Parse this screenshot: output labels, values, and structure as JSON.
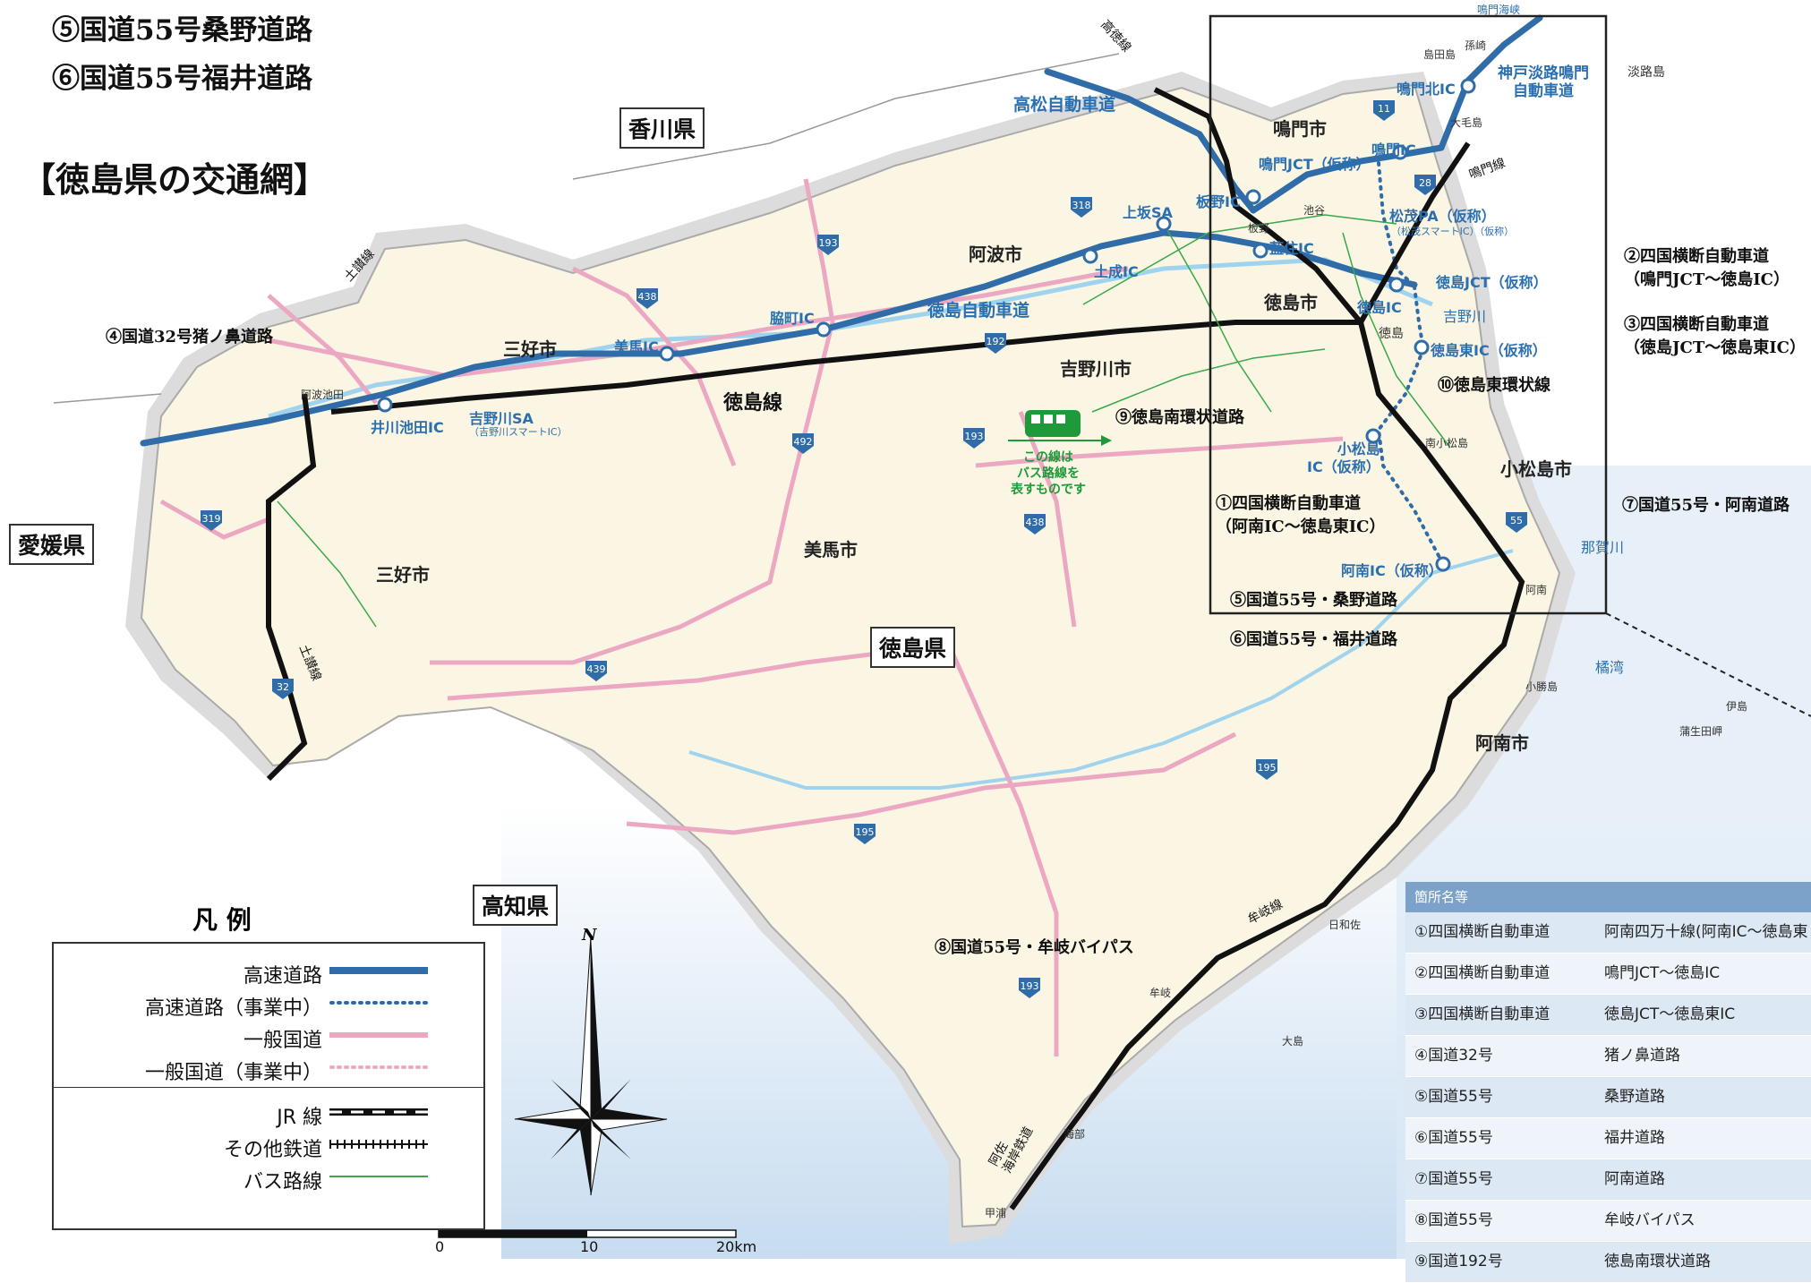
{
  "title": "【徳島県の交通網】",
  "heading_lines": [
    "⑤国道55号桑野道路",
    "⑥国道55号福井道路"
  ],
  "prefectures": [
    "香川県",
    "愛媛県",
    "徳島県",
    "高知県"
  ],
  "cities": [
    "鳴門市",
    "阿波市",
    "三好市",
    "三好市",
    "吉野川市",
    "徳島市",
    "美馬市",
    "小松島市",
    "阿南市"
  ],
  "expressways": {
    "takamatsu": "高松自動車道",
    "tokushima": "徳島自動車道",
    "kobe_awaji": "神戸淡路鳴門\n自動車道"
  },
  "interchanges": [
    "鳴門北IC",
    "鳴門IC",
    "鳴門JCT（仮称）",
    "板野IC",
    "藍住IC",
    "松茂PA（仮称）",
    "（松茂スマートIC）（仮称）",
    "徳島JCT（仮称）",
    "徳島IC",
    "徳島東IC（仮称）",
    "小松島\nIC（仮称）",
    "阿南IC（仮称）",
    "上坂SA",
    "土成IC",
    "脇町IC",
    "美馬IC",
    "吉野川SA",
    "（吉野川スマートIC）",
    "井川池田IC"
  ],
  "places": [
    "淡路島",
    "島田島",
    "孫崎",
    "大毛島",
    "池谷",
    "板野",
    "南小松島",
    "阿南",
    "小勝島",
    "伊島",
    "蒲生田岬",
    "日和佐",
    "牟岐",
    "大島",
    "海部",
    "甲浦",
    "阿波池田",
    "徳島"
  ],
  "rivers": [
    "吉野川",
    "那賀川"
  ],
  "sea": [
    "鳴門海峡",
    "橘湾"
  ],
  "rail_lines": [
    "高徳線",
    "鳴門線",
    "土讃線",
    "徳島線",
    "土讃線",
    "牟岐線",
    "阿佐\n海岸鉄道"
  ],
  "route_numbers": [
    "11",
    "28",
    "318",
    "193",
    "438",
    "192",
    "492",
    "193",
    "438",
    "319",
    "32",
    "439",
    "195",
    "195",
    "193",
    "55"
  ],
  "callouts": [
    "②四国横断自動車道\n（鳴門JCT〜徳島IC）",
    "③四国横断自動車道\n（徳島JCT〜徳島東IC）",
    "④国道32号猪ノ鼻道路",
    "⑦国道55号・阿南道路",
    "⑨徳島南環状道路",
    "⑩徳島東環状線",
    "①四国横断自動車道\n（阿南IC〜徳島東IC）",
    "⑤国道55号・桑野道路",
    "⑥国道55号・福井道路",
    "⑧国道55号・牟岐バイパス"
  ],
  "bus_note": "この線は\nバス路線を\n表すものです",
  "north": "N",
  "legend": {
    "title": "凡 例",
    "items": [
      "高速道路",
      "高速道路（事業中）",
      "一般国道",
      "一般国道（事業中）",
      "JR 線",
      "その他鉄道",
      "バス路線"
    ]
  },
  "scale": [
    "0",
    "10",
    "20km"
  ],
  "table": {
    "header": "箇所名等",
    "rows": [
      [
        "①四国横断自動車道",
        "阿南四万十線(阿南IC〜徳島東"
      ],
      [
        "②四国横断自動車道",
        "鳴門JCT〜徳島IC"
      ],
      [
        "③四国横断自動車道",
        "徳島JCT〜徳島東IC"
      ],
      [
        "④国道32号",
        "猪ノ鼻道路"
      ],
      [
        "⑤国道55号",
        "桑野道路"
      ],
      [
        "⑥国道55号",
        "福井道路"
      ],
      [
        "⑦国道55号",
        "阿南道路"
      ],
      [
        "⑧国道55号",
        "牟岐バイパス"
      ],
      [
        "⑨国道192号",
        "徳島南環状道路"
      ]
    ]
  },
  "colors": {
    "land": "#fbf6e4",
    "expressway": "#2f6ca8",
    "national": "#eca8c2",
    "river": "#9fd3ee",
    "bus": "#3aa84a",
    "sea": "#c7dcf0"
  }
}
